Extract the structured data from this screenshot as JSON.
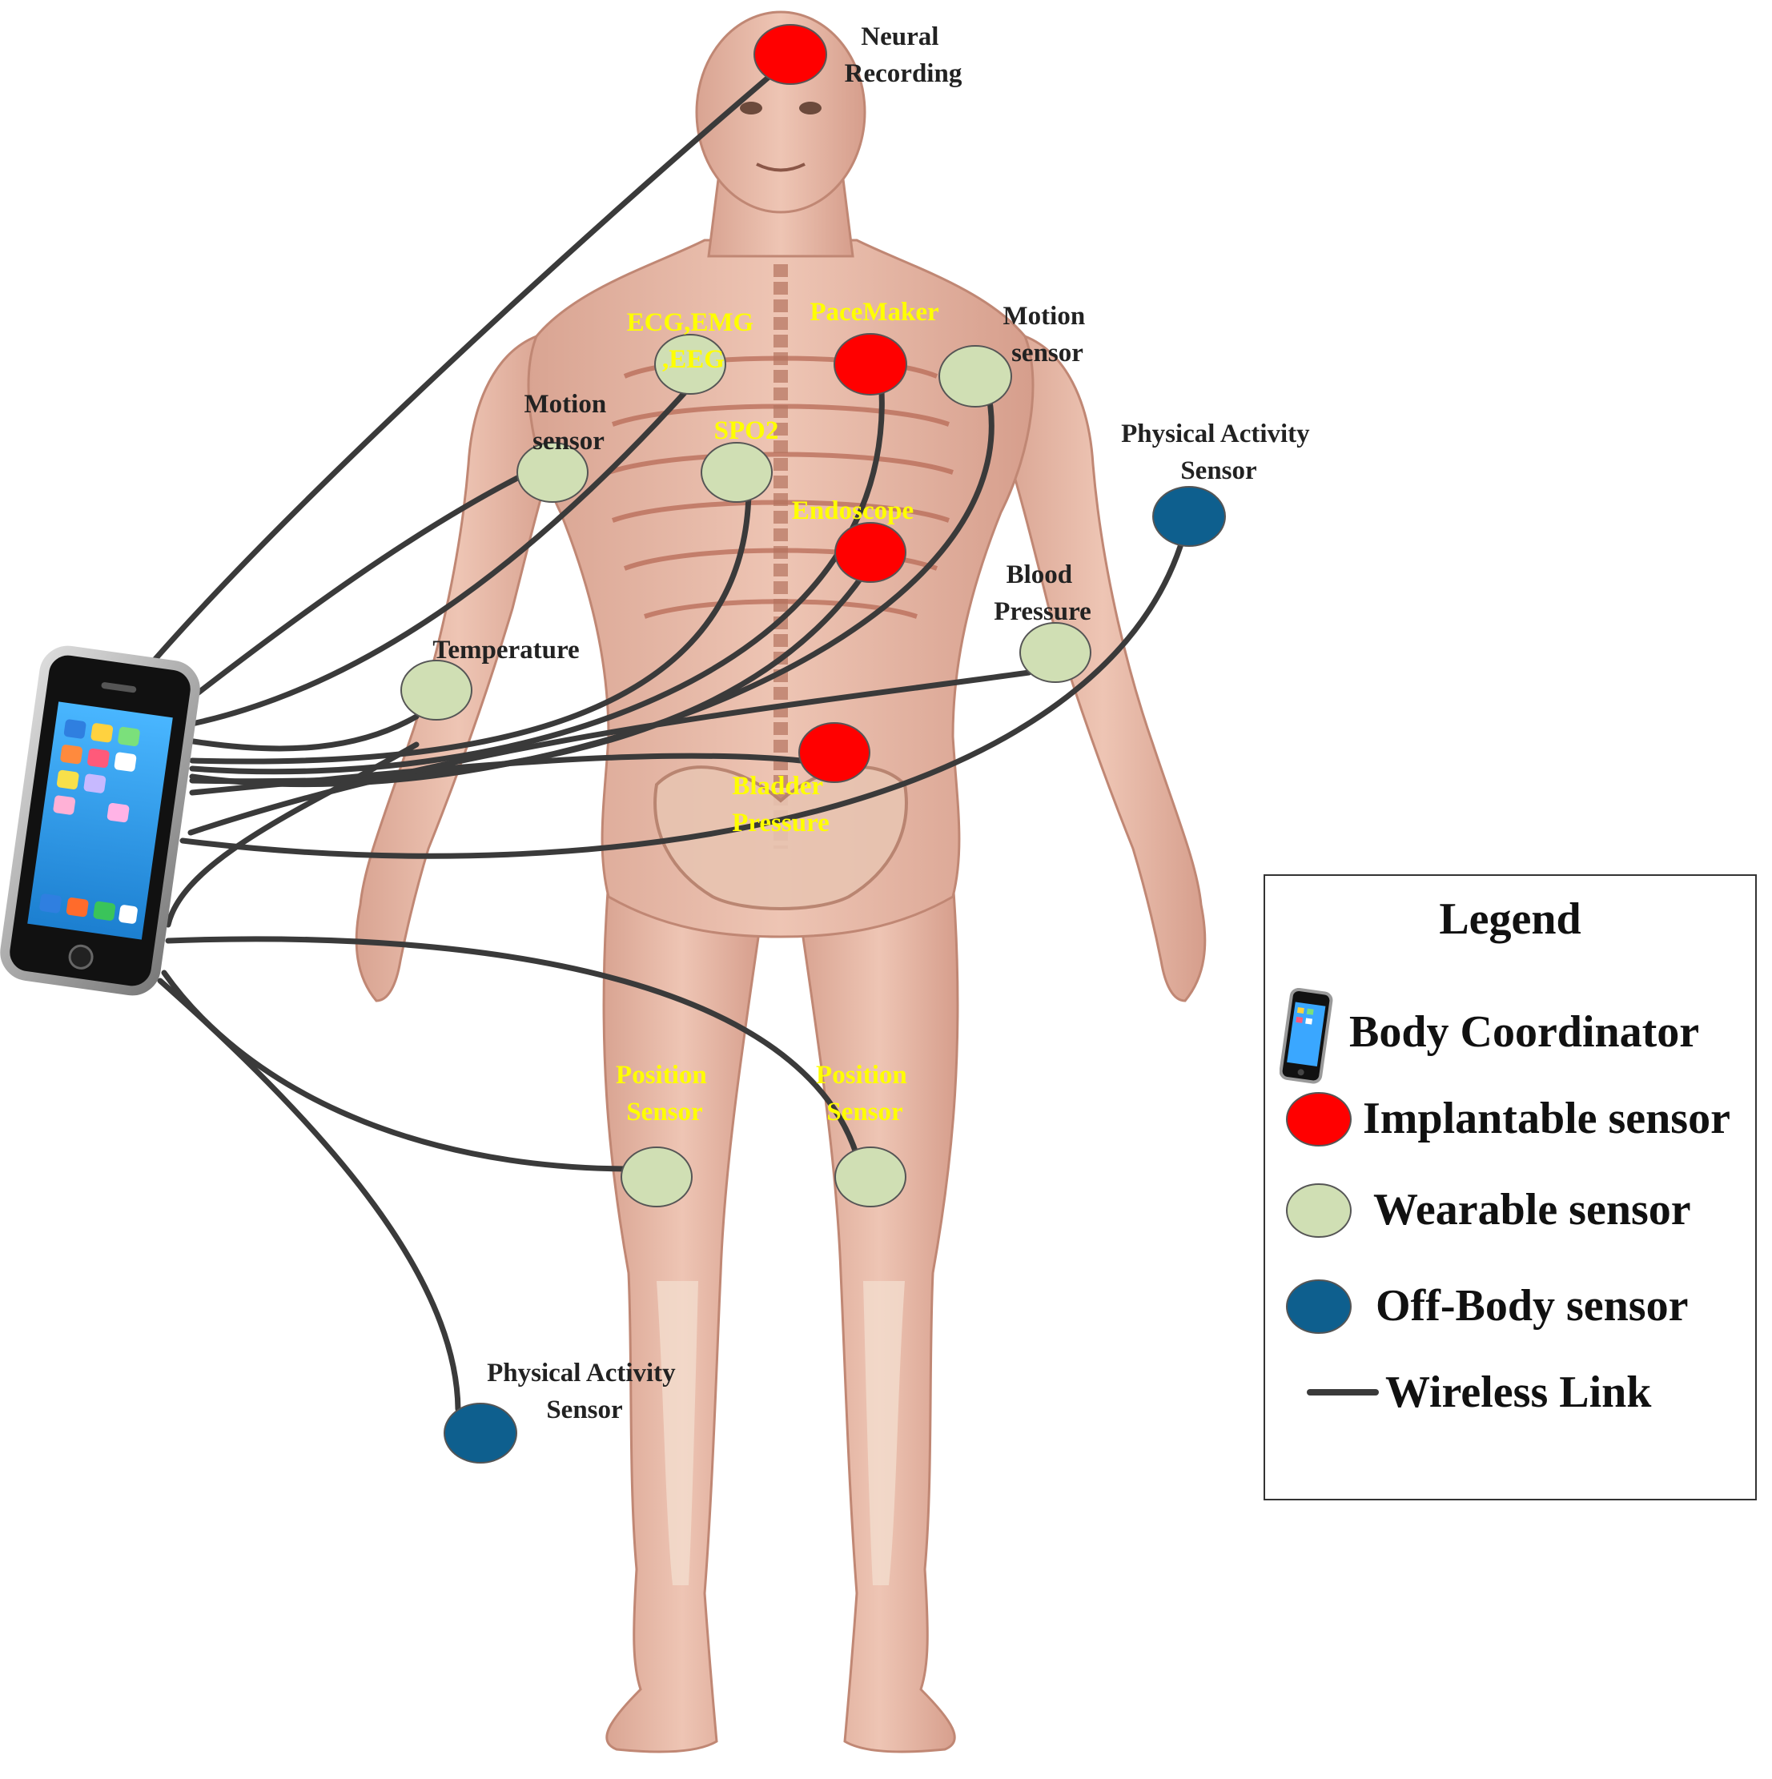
{
  "colors": {
    "implantable": "#ff0000",
    "wearable": "#d0dfb4",
    "off_body": "#0e5f8e",
    "link": "#3a3a3a",
    "on_body_label": "#ffff00",
    "off_body_label": "#222222"
  },
  "coordinator": {
    "icon": "smartphone-icon"
  },
  "sensors": [
    {
      "id": "neural",
      "type": "implantable",
      "label": [
        "Neural",
        "Recording"
      ],
      "label_style": "dark"
    },
    {
      "id": "ecg",
      "type": "wearable",
      "label": [
        "ECG,EMG",
        ",EEG"
      ],
      "label_style": "yellow"
    },
    {
      "id": "pacemaker",
      "type": "implantable",
      "label": [
        "PaceMaker"
      ],
      "label_style": "yellow"
    },
    {
      "id": "motion_right",
      "type": "wearable",
      "label": [
        "Motion",
        "sensor"
      ],
      "label_style": "dark"
    },
    {
      "id": "motion_left",
      "type": "wearable",
      "label": [
        "Motion",
        "sensor"
      ],
      "label_style": "dark"
    },
    {
      "id": "spo2",
      "type": "wearable",
      "label": [
        "SPO2"
      ],
      "label_style": "yellow"
    },
    {
      "id": "endoscope",
      "type": "implantable",
      "label": [
        "Endoscope"
      ],
      "label_style": "yellow"
    },
    {
      "id": "physical_top",
      "type": "off_body",
      "label": [
        "Physical Activity",
        "Sensor"
      ],
      "label_style": "dark"
    },
    {
      "id": "blood",
      "type": "wearable",
      "label": [
        "Blood",
        "Pressure"
      ],
      "label_style": "dark"
    },
    {
      "id": "temperature",
      "type": "wearable",
      "label": [
        "Temperature"
      ],
      "label_style": "dark"
    },
    {
      "id": "bladder",
      "type": "implantable",
      "label": [
        "Bladder",
        "Pressure"
      ],
      "label_style": "yellow"
    },
    {
      "id": "position_left",
      "type": "wearable",
      "label": [
        "Position",
        "Sensor"
      ],
      "label_style": "yellow"
    },
    {
      "id": "position_right",
      "type": "wearable",
      "label": [
        "Position",
        "Sensor"
      ],
      "label_style": "yellow"
    },
    {
      "id": "physical_bottom",
      "type": "off_body",
      "label": [
        "Physical Activity",
        "Sensor"
      ],
      "label_style": "dark"
    }
  ],
  "legend": {
    "title": "Legend",
    "items": [
      {
        "symbol": "smartphone-icon",
        "text": "Body Coordinator"
      },
      {
        "symbol": "implantable",
        "text": "Implantable sensor"
      },
      {
        "symbol": "wearable",
        "text": "Wearable sensor"
      },
      {
        "symbol": "off_body",
        "text": "Off-Body sensor"
      },
      {
        "symbol": "link",
        "text": "Wireless Link"
      }
    ]
  }
}
